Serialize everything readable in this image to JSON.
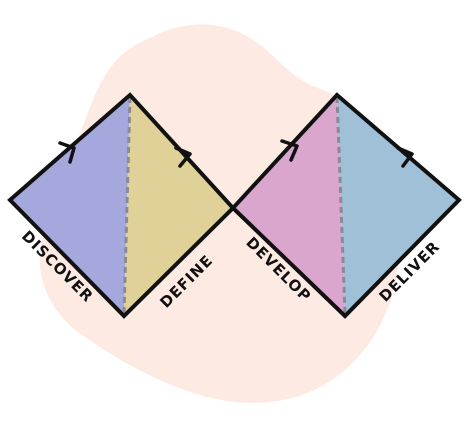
{
  "colors": {
    "blob": "#fdeae3",
    "discover": "#a5a8dc",
    "define": "#dfd198",
    "develop": "#dba6cd",
    "deliver": "#9fc0d6",
    "outline": "#111111",
    "divider": "#8a8a96"
  },
  "diagram": {
    "phases": [
      {
        "key": "discover",
        "label": "DISCOVER"
      },
      {
        "key": "define",
        "label": "DEFINE"
      },
      {
        "key": "develop",
        "label": "DEVELOP"
      },
      {
        "key": "deliver",
        "label": "DELIVER"
      }
    ]
  }
}
